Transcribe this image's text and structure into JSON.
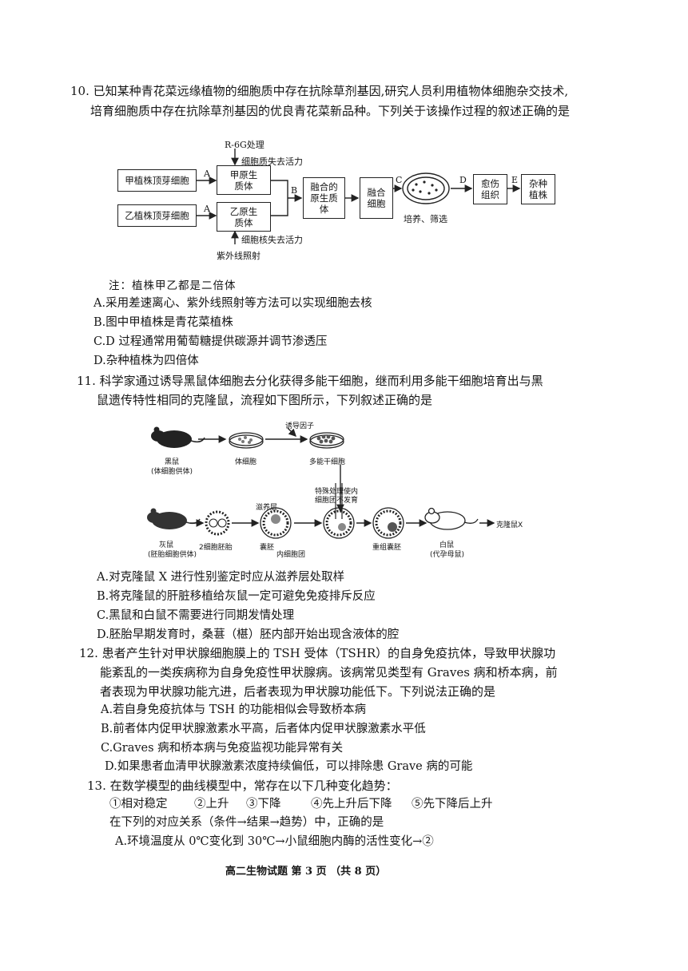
{
  "q10": {
    "line1": "10. 已知某种青花菜远缘植物的细胞质中存在抗除草剂基因,研究人员利用植物体细胞杂交技术,",
    "line2": "培育细胞质中存在抗除草剂基因的优良青花菜新品种。下列关于该操作过程的叙述正确的是",
    "diagram": {
      "r6g": "R-6G处理",
      "cyto_inactive": "细胞质失去活力",
      "plant_a": "甲植株顶芽细胞",
      "plant_b": "乙植株顶芽细胞",
      "label_a1": "A",
      "label_a2": "A",
      "label_b": "B",
      "label_c": "C",
      "label_d": "D",
      "label_e": "E",
      "proto_a": "甲原生质体",
      "proto_b": "乙原生质体",
      "fused_proto": "融合的原生质体",
      "fused_cell": "融合细胞",
      "culture": "培养、筛选",
      "callus": "愈伤组织",
      "hybrid": "杂种植株",
      "nucleus_inactive": "细胞核失去活力",
      "uv": "紫外线照射"
    },
    "note": "注：植株甲乙都是二倍体",
    "options": [
      "A.采用差速离心、紫外线照射等方法可以实现细胞去核",
      "B.图中甲植株是青花菜植株",
      "C.D 过程通常用葡萄糖提供碳源并调节渗透压",
      "D.杂种植株为四倍体"
    ]
  },
  "q11": {
    "line1": "11.  科学家通过诱导黑鼠体细胞去分化获得多能干细胞，继而利用多能干细胞培育出与黑",
    "line2": "鼠遗传特性相同的克隆鼠，流程如下图所示，下列叙述正确的是",
    "diagram": {
      "inducer": "诱导因子",
      "black_mouse": "黑鼠",
      "black_mouse_role": "(体细胞供体)",
      "somatic": "体细胞",
      "stem": "多能干细胞",
      "special": "特殊处理使内",
      "special2": "细胞团不发育",
      "trophoblast": "滋养层",
      "gray_mouse": "灰鼠",
      "gray_mouse_role": "(胚胎细胞供体)",
      "two_cell": "2细胞胚胎",
      "blastocyst": "囊胚",
      "icm": "内细胞团",
      "recon": "重组囊胚",
      "white_mouse": "白鼠",
      "white_mouse_role": "(代孕母鼠)",
      "clone": "克隆鼠X"
    },
    "options": [
      "A.对克隆鼠 X 进行性别鉴定时应从滋养层处取样",
      "B.将克隆鼠的肝脏移植给灰鼠一定可避免免疫排斥反应",
      "C.黑鼠和白鼠不需要进行同期发情处理",
      "D.胚胎早期发育时，桑葚（椹）胚内部开始出现含液体的腔"
    ]
  },
  "q12": {
    "line1": "12.  患者产生针对甲状腺细胞膜上的 TSH 受体（TSHR）的自身免疫抗体，导致甲状腺功",
    "line2": "能紊乱的一类疾病称为自身免疫性甲状腺病。该病常见类型有 Graves 病和桥本病，前",
    "line3": "者表现为甲状腺功能亢进，后者表现为甲状腺功能低下。下列说法正确的是",
    "options": [
      "A.若自身免疫抗体与 TSH 的功能相似会导致桥本病",
      "B.前者体内促甲状腺激素水平高，后者体内促甲状腺激素水平低",
      "C.Graves 病和桥本病与免疫监视功能异常有关",
      "D.如果患者血清甲状腺激素浓度持续偏低，可以排除患 Grave 病的可能"
    ]
  },
  "q13": {
    "line1": "13.  在数学模型的曲线模型中，常存在以下几种变化趋势：",
    "trends": [
      "①相对稳定",
      "②上升",
      "③下降",
      "④先上升后下降",
      "⑤先下降后上升"
    ],
    "line2": "在下列的对应关系（条件→结果→趋势）中，正确的是",
    "optionA": "A.环境温度从 0℃变化到 30℃→小鼠细胞内酶的活性变化→②"
  },
  "footer": "高二生物试题  第 3 页  （共 8 页）"
}
